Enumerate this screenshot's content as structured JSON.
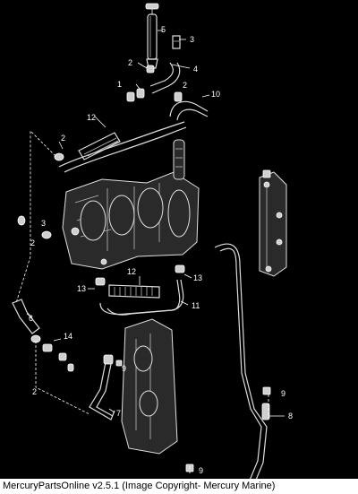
{
  "footer": {
    "caption": "MercuryPartsOnline v2.5.1 (Image Copyright- Mercury Marine)"
  },
  "callouts": [
    "1",
    "2",
    "3",
    "4",
    "5",
    "6",
    "7",
    "8",
    "9",
    "10",
    "11",
    "12",
    "13",
    "14"
  ],
  "diagram": {
    "labels": {
      "c5": "5",
      "c3a": "3",
      "c2a": "2",
      "c4": "4",
      "c1": "1",
      "c2b": "2",
      "c10": "10",
      "c12a": "12",
      "c2c": "2",
      "c3b": "3",
      "c2d": "2",
      "c12b": "12",
      "c13a": "13",
      "c13b": "13",
      "c11": "11",
      "c6": "6",
      "c14": "14",
      "c9a": "9",
      "c2e": "2",
      "c7": "7",
      "c9b": "9",
      "c8": "8",
      "c9c": "9"
    }
  }
}
